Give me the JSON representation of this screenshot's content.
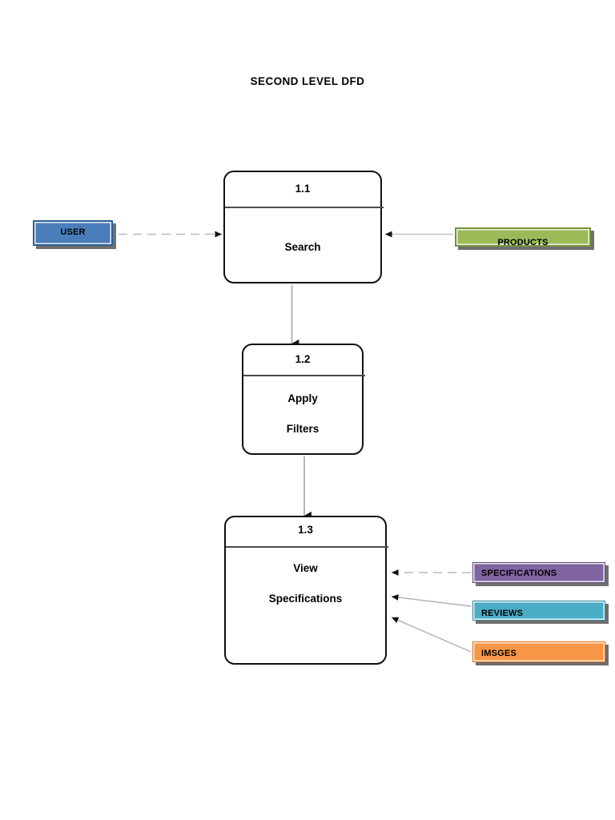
{
  "diagram": {
    "title": "SECOND LEVEL DFD",
    "type": "data-flow-diagram",
    "processes": [
      {
        "id": "1.1",
        "label": "Search",
        "label_lines": [
          "Search"
        ]
      },
      {
        "id": "1.2",
        "label": "Apply Filters",
        "label_lines": [
          "Apply",
          "Filters"
        ]
      },
      {
        "id": "1.3",
        "label": "View Specifications",
        "label_lines": [
          "View",
          "Specifications"
        ]
      }
    ],
    "entities": [
      {
        "name": "USER",
        "color": "#4a7ebb",
        "border": "#2b5f93",
        "align": "center"
      },
      {
        "name": "PRODUCTS",
        "color": "#9bbb59",
        "border": "#77933c",
        "align": "center"
      }
    ],
    "datastores": [
      {
        "name": "SPECIFICATIONS",
        "color": "#8064a2",
        "border": "#5f497a",
        "align": "left"
      },
      {
        "name": "REVIEWS",
        "color": "#4bacc6",
        "border": "#31859b",
        "align": "left"
      },
      {
        "name": "IMSGES",
        "color": "#f79646",
        "border": "#e36c09",
        "align": "left"
      }
    ],
    "flows": [
      {
        "from": "USER",
        "to": "1.1",
        "style": "dashed",
        "direction": "right"
      },
      {
        "from": "PRODUCTS",
        "to": "1.1",
        "style": "solid",
        "direction": "left"
      },
      {
        "from": "1.1",
        "to": "1.2",
        "style": "solid",
        "direction": "down"
      },
      {
        "from": "1.2",
        "to": "1.3",
        "style": "solid",
        "direction": "down"
      },
      {
        "from": "SPECIFICATIONS",
        "to": "1.3",
        "style": "dashed",
        "direction": "left"
      },
      {
        "from": "REVIEWS",
        "to": "1.3",
        "style": "solid",
        "direction": "left"
      },
      {
        "from": "IMSGES",
        "to": "1.3",
        "style": "solid",
        "direction": "left"
      }
    ],
    "colors": {
      "stroke": "#111111",
      "connector": "#9a9a9a",
      "divider": "#4a4a4a",
      "shadow": "#6f6f6f",
      "background": "#ffffff"
    }
  }
}
